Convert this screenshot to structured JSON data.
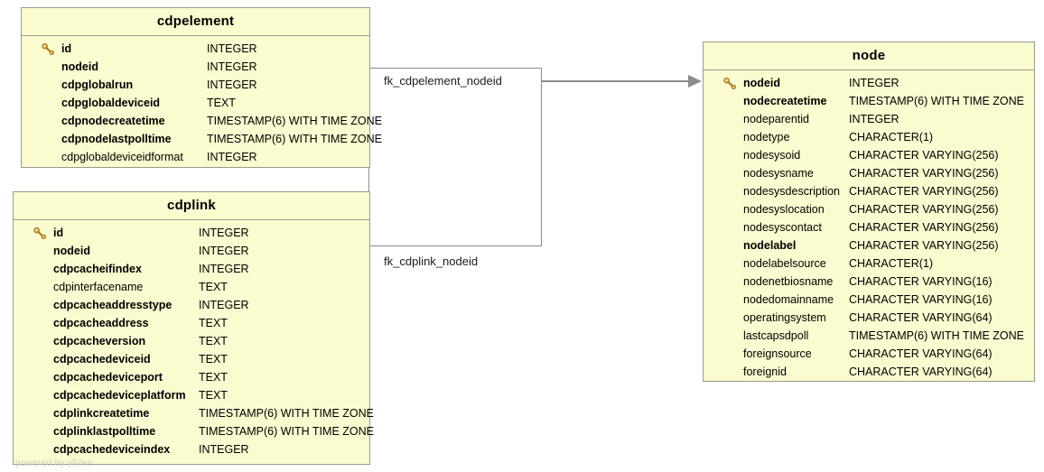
{
  "diagram": {
    "type": "entity-relationship-diagram",
    "watermark": "powered by yFiles",
    "colors": {
      "entity_fill": "#fbfbd0",
      "entity_border": "#9a9a8a",
      "connector_line": "#8c8c8c",
      "connector_fill": "#ffffff",
      "key_icon": "#d9a441",
      "text": "#000000"
    }
  },
  "entities": [
    {
      "name": "cdpelement",
      "columns": [
        {
          "name": "id",
          "type": "INTEGER",
          "key": true,
          "bold": true
        },
        {
          "name": "nodeid",
          "type": "INTEGER",
          "key": false,
          "bold": true
        },
        {
          "name": "cdpglobalrun",
          "type": "INTEGER",
          "key": false,
          "bold": true
        },
        {
          "name": "cdpglobaldeviceid",
          "type": "TEXT",
          "key": false,
          "bold": true
        },
        {
          "name": "cdpnodecreatetime",
          "type": "TIMESTAMP(6) WITH TIME ZONE",
          "key": false,
          "bold": true
        },
        {
          "name": "cdpnodelastpolltime",
          "type": "TIMESTAMP(6) WITH TIME ZONE",
          "key": false,
          "bold": true
        },
        {
          "name": "cdpglobaldeviceidformat",
          "type": "INTEGER",
          "key": false,
          "bold": false
        }
      ]
    },
    {
      "name": "cdplink",
      "columns": [
        {
          "name": "id",
          "type": "INTEGER",
          "key": true,
          "bold": true
        },
        {
          "name": "nodeid",
          "type": "INTEGER",
          "key": false,
          "bold": true
        },
        {
          "name": "cdpcacheifindex",
          "type": "INTEGER",
          "key": false,
          "bold": true
        },
        {
          "name": "cdpinterfacename",
          "type": "TEXT",
          "key": false,
          "bold": false
        },
        {
          "name": "cdpcacheaddresstype",
          "type": "INTEGER",
          "key": false,
          "bold": true
        },
        {
          "name": "cdpcacheaddress",
          "type": "TEXT",
          "key": false,
          "bold": true
        },
        {
          "name": "cdpcacheversion",
          "type": "TEXT",
          "key": false,
          "bold": true
        },
        {
          "name": "cdpcachedeviceid",
          "type": "TEXT",
          "key": false,
          "bold": true
        },
        {
          "name": "cdpcachedeviceport",
          "type": "TEXT",
          "key": false,
          "bold": true
        },
        {
          "name": "cdpcachedeviceplatform",
          "type": "TEXT",
          "key": false,
          "bold": true
        },
        {
          "name": "cdplinkcreatetime",
          "type": "TIMESTAMP(6) WITH TIME ZONE",
          "key": false,
          "bold": true
        },
        {
          "name": "cdplinklastpolltime",
          "type": "TIMESTAMP(6) WITH TIME ZONE",
          "key": false,
          "bold": true
        },
        {
          "name": "cdpcachedeviceindex",
          "type": "INTEGER",
          "key": false,
          "bold": true
        }
      ]
    },
    {
      "name": "node",
      "columns": [
        {
          "name": "nodeid",
          "type": "INTEGER",
          "key": true,
          "bold": true
        },
        {
          "name": "nodecreatetime",
          "type": "TIMESTAMP(6) WITH TIME ZONE",
          "key": false,
          "bold": true
        },
        {
          "name": "nodeparentid",
          "type": "INTEGER",
          "key": false,
          "bold": false
        },
        {
          "name": "nodetype",
          "type": "CHARACTER(1)",
          "key": false,
          "bold": false
        },
        {
          "name": "nodesysoid",
          "type": "CHARACTER VARYING(256)",
          "key": false,
          "bold": false
        },
        {
          "name": "nodesysname",
          "type": "CHARACTER VARYING(256)",
          "key": false,
          "bold": false
        },
        {
          "name": "nodesysdescription",
          "type": "CHARACTER VARYING(256)",
          "key": false,
          "bold": false
        },
        {
          "name": "nodesyslocation",
          "type": "CHARACTER VARYING(256)",
          "key": false,
          "bold": false
        },
        {
          "name": "nodesyscontact",
          "type": "CHARACTER VARYING(256)",
          "key": false,
          "bold": false
        },
        {
          "name": "nodelabel",
          "type": "CHARACTER VARYING(256)",
          "key": false,
          "bold": true
        },
        {
          "name": "nodelabelsource",
          "type": "CHARACTER(1)",
          "key": false,
          "bold": false
        },
        {
          "name": "nodenetbiosname",
          "type": "CHARACTER VARYING(16)",
          "key": false,
          "bold": false
        },
        {
          "name": "nodedomainname",
          "type": "CHARACTER VARYING(16)",
          "key": false,
          "bold": false
        },
        {
          "name": "operatingsystem",
          "type": "CHARACTER VARYING(64)",
          "key": false,
          "bold": false
        },
        {
          "name": "lastcapsdpoll",
          "type": "TIMESTAMP(6) WITH TIME ZONE",
          "key": false,
          "bold": false
        },
        {
          "name": "foreignsource",
          "type": "CHARACTER VARYING(64)",
          "key": false,
          "bold": false
        },
        {
          "name": "foreignid",
          "type": "CHARACTER VARYING(64)",
          "key": false,
          "bold": false
        }
      ]
    }
  ],
  "relationships": [
    {
      "label": "fk_cdpelement_nodeid",
      "from": "cdpelement",
      "from_column": "nodeid",
      "to": "node",
      "to_column": "nodeid"
    },
    {
      "label": "fk_cdplink_nodeid",
      "from": "cdplink",
      "from_column": "nodeid",
      "to": "node",
      "to_column": "nodeid"
    }
  ]
}
